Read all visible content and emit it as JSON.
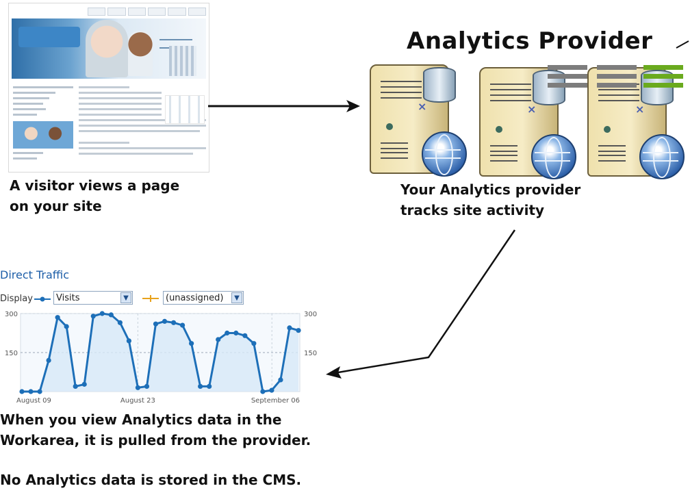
{
  "visitor_caption": [
    "A visitor views a page",
    "on your site"
  ],
  "provider": {
    "title": "Analytics Provider",
    "caption": [
      "Your Analytics provider",
      "tracks site activity"
    ]
  },
  "workarea_caption": [
    "When you view Analytics data in the",
    "Workarea, it is pulled from the provider."
  ],
  "cms_caption": "No Analytics data is stored in the CMS.",
  "chart_panel": {
    "title": "Direct Traffic",
    "display_label": "Display",
    "metric_select": "Visits",
    "segment_select": "(unassigned)",
    "series_color": "#1d6fb8",
    "segment_color": "#e8a21c"
  },
  "colors": {
    "bars_gray": "#7d7d7d",
    "bars_green": "#6aaa1e",
    "arrow": "#111111",
    "chart_fill": "#d7e8f8"
  },
  "chart_data": {
    "type": "line",
    "title": "Direct Traffic",
    "x_tick_labels": [
      "August 09",
      "August 23",
      "September 06"
    ],
    "y_tick_labels_left": [
      "300",
      "150"
    ],
    "y_tick_labels_right": [
      "300",
      "150"
    ],
    "ylim": [
      0,
      300
    ],
    "series": [
      {
        "name": "Visits",
        "values": [
          0,
          0,
          0,
          120,
          285,
          250,
          20,
          28,
          290,
          300,
          295,
          265,
          195,
          15,
          20,
          260,
          270,
          265,
          255,
          185,
          20,
          20,
          200,
          225,
          225,
          215,
          185,
          0,
          5,
          45,
          245,
          235
        ]
      }
    ],
    "grid": true,
    "legend": "top"
  }
}
